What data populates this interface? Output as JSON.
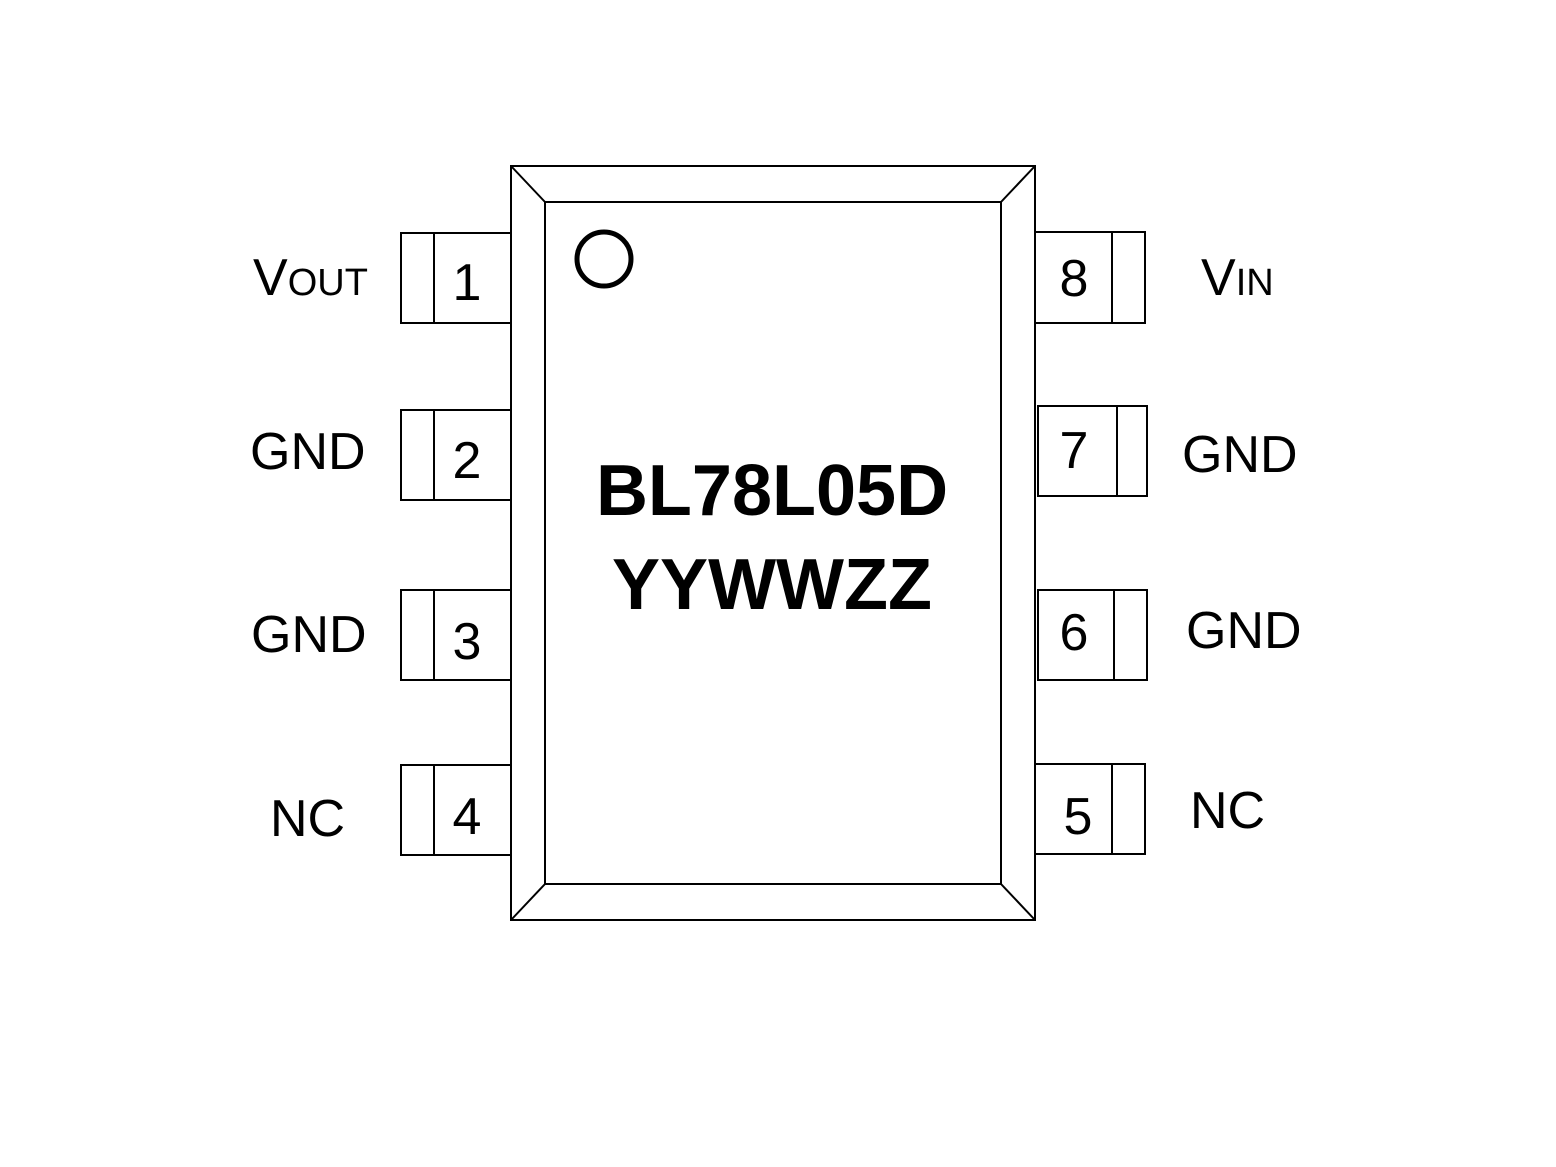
{
  "chip": {
    "part_number": "BL78L05D",
    "date_code": "YYWWZZ"
  },
  "pins": [
    {
      "number": "1",
      "label": "V",
      "label_sub": "OUT"
    },
    {
      "number": "2",
      "label": "GND",
      "label_sub": ""
    },
    {
      "number": "3",
      "label": "GND",
      "label_sub": ""
    },
    {
      "number": "4",
      "label": "NC",
      "label_sub": ""
    },
    {
      "number": "5",
      "label": "NC",
      "label_sub": ""
    },
    {
      "number": "6",
      "label": "GND",
      "label_sub": ""
    },
    {
      "number": "7",
      "label": "GND",
      "label_sub": ""
    },
    {
      "number": "8",
      "label": "V",
      "label_sub": "IN"
    }
  ]
}
